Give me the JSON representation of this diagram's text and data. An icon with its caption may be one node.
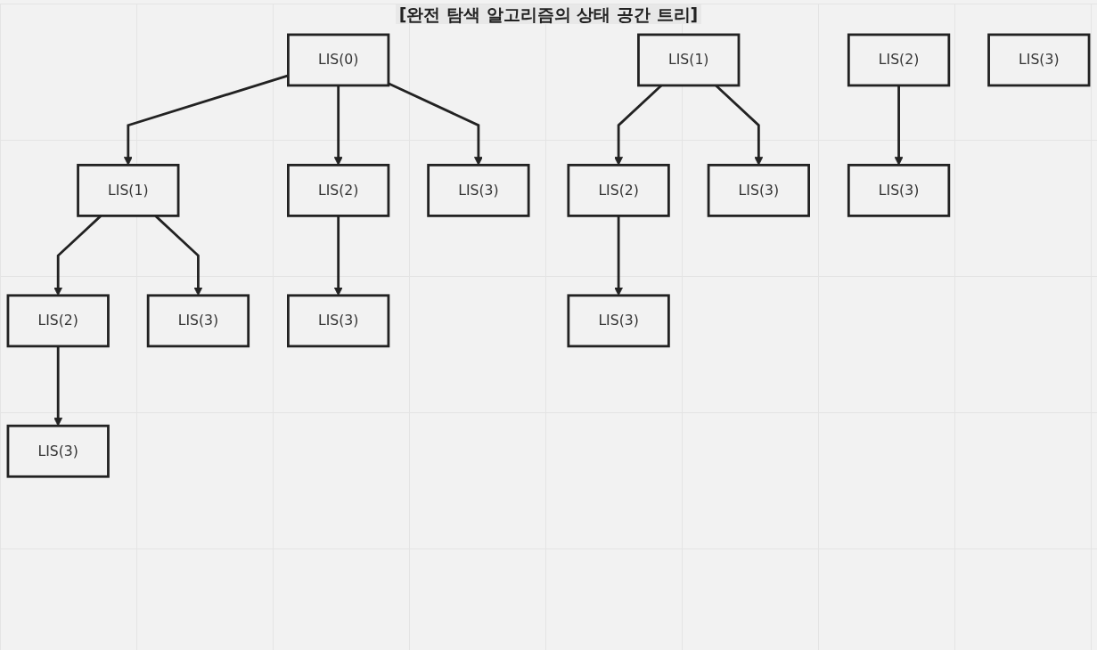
{
  "diagram": {
    "title": "[완전 탐색 알고리즘의 상태 공간 트리]",
    "nodes": [
      {
        "text": [
          "LIS(0)"
        ]
      },
      {
        "text": [
          "LIS(1)"
        ]
      },
      {
        "text": [
          "LIS(2)"
        ]
      },
      {
        "text": [
          "LIS(3)"
        ]
      },
      {
        "text": [
          "LIS(1)"
        ]
      },
      {
        "text": [
          "LIS(2)"
        ]
      },
      {
        "text": [
          "LIS(3)"
        ]
      },
      {
        "text": [
          "LIS(2)"
        ]
      },
      {
        "text": [
          "LIS(3)"
        ]
      },
      {
        "text": [
          "LIS(3)"
        ]
      },
      {
        "text": [
          "LIS(2)"
        ]
      },
      {
        "text": [
          "LIS(3)"
        ]
      },
      {
        "text": [
          "LIS(3)"
        ]
      },
      {
        "text": [
          "LIS(3)"
        ]
      },
      {
        "text": [
          "LIS(3)"
        ]
      }
    ],
    "edges": [
      {
        "from": 0,
        "to": 4,
        "arrow": "to"
      },
      {
        "from": 0,
        "to": 5,
        "arrow": "to"
      },
      {
        "from": 0,
        "to": 6,
        "arrow": "to"
      },
      {
        "from": 1,
        "to": 7,
        "arrow": "to"
      },
      {
        "from": 1,
        "to": 8,
        "arrow": "to"
      },
      {
        "from": 2,
        "to": 9,
        "arrow": "to"
      },
      {
        "from": 4,
        "to": 10,
        "arrow": "to"
      },
      {
        "from": 4,
        "to": 11,
        "arrow": "to"
      },
      {
        "from": 5,
        "to": 12,
        "arrow": "to"
      },
      {
        "from": 7,
        "to": 13,
        "arrow": "to"
      },
      {
        "from": 10,
        "to": 14,
        "arrow": "to"
      }
    ]
  }
}
